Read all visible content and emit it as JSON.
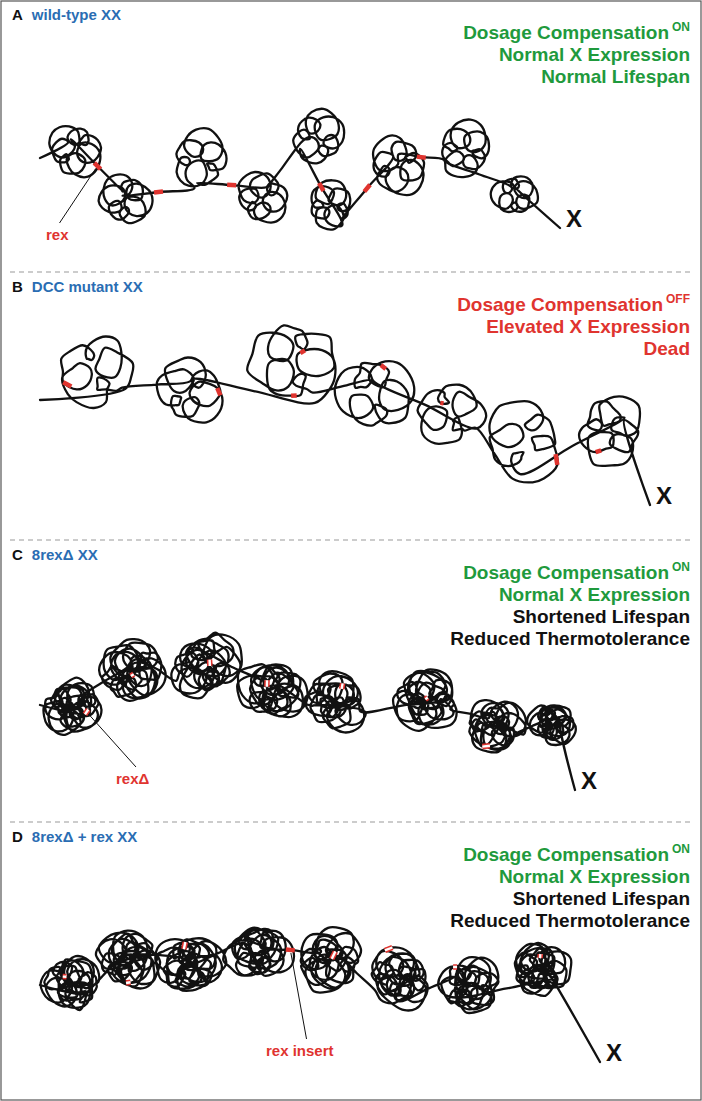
{
  "diagram": {
    "nodes": [
      {
        "text": [
          "A",
          "wild-type XX",
          "Dosage Compensation",
          "ON",
          "Normal X Expression",
          "Normal Lifespan",
          "rex",
          "X"
        ]
      },
      {
        "text": [
          "B",
          "DCC mutant XX",
          "Dosage Compensation",
          "OFF",
          "Elevated X Expression",
          "Dead",
          "X"
        ]
      },
      {
        "text": [
          "C",
          "8rexΔ XX",
          "Dosage Compensation",
          "ON",
          "Normal X Expression",
          "Shortened Lifespan",
          "Reduced Thermotolerance",
          "rexΔ",
          "X"
        ]
      },
      {
        "text": [
          "D",
          "8rexΔ + rex XX",
          "Dosage Compensation",
          "ON",
          "Normal X Expression",
          "Shortened Lifespan",
          "Reduced Thermotolerance",
          "rex insert",
          "X"
        ]
      }
    ]
  }
}
